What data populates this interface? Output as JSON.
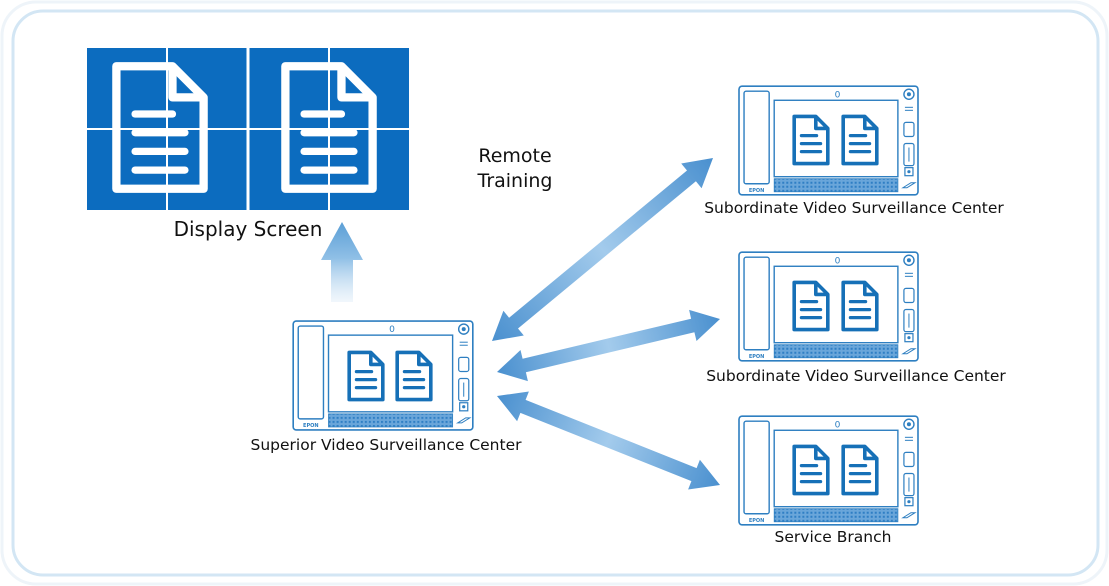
{
  "display_screen": {
    "label": "Display Screen"
  },
  "remote_training": {
    "line1": "Remote",
    "line2": "Training"
  },
  "superior_center": {
    "label": "Superior Video Surveillance Center"
  },
  "subordinate_center_1": {
    "label": "Subordinate Video Surveillance Center"
  },
  "subordinate_center_2": {
    "label": "Subordinate Video Surveillance Center"
  },
  "service_branch": {
    "label": "Service Branch"
  },
  "device": {
    "brand": "EPON",
    "counter": "0"
  },
  "colors": {
    "wall_blue": "#0c6cbf",
    "doc_blue": "#1670b7",
    "arrow_blue": "#5a9fd6",
    "frame": "#d8e8f3"
  }
}
